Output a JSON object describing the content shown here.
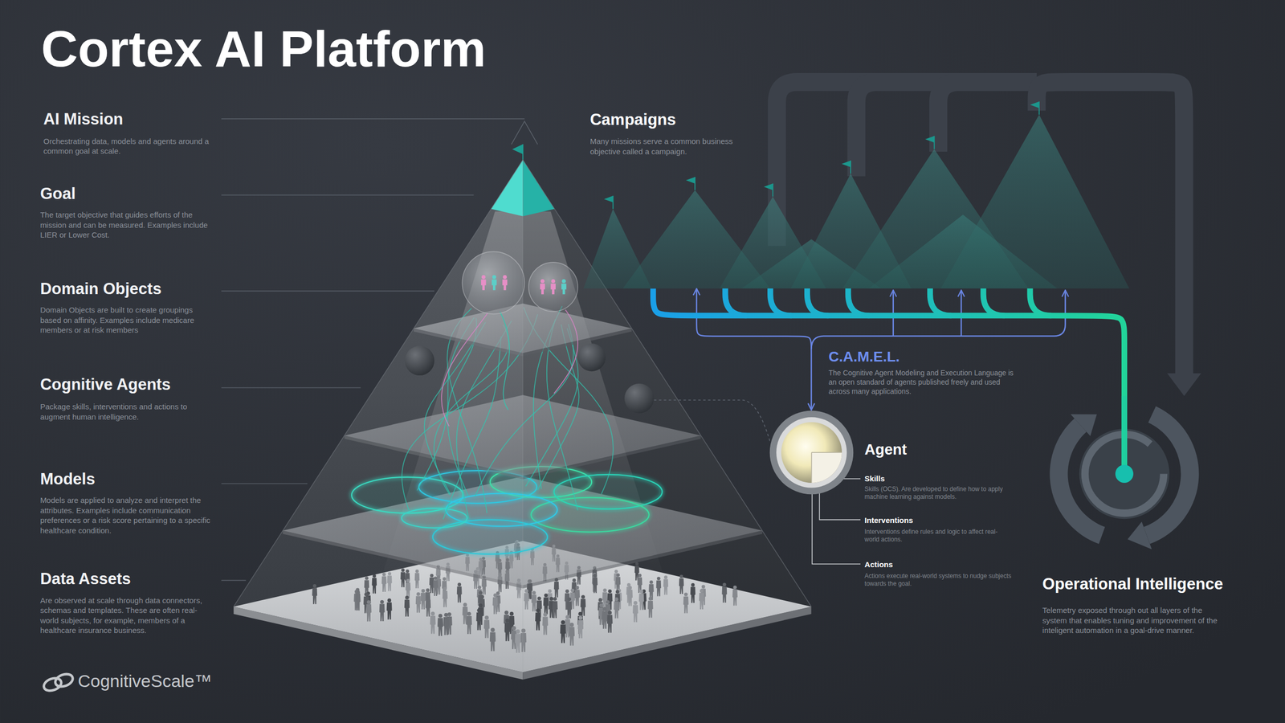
{
  "diagram": {
    "title": "Cortex AI Platform",
    "nodes": [
      {
        "text": [
          "Campaigns",
          "Many missions serve a common business objective called a campaign."
        ]
      },
      {
        "text": [
          "Agent"
        ]
      },
      {
        "text": [
          "Operational Intelligence",
          "Telemetry exposed through out all layers of the system that enables tuning and improvement of the inteligent automation in a goal-drive manner."
        ]
      }
    ],
    "edges": [
      {
        "from": 0,
        "to": 1,
        "arrow": "both"
      },
      {
        "from": 0,
        "to": 2,
        "arrow": "none"
      },
      {
        "from": 0,
        "to": 2,
        "arrow": "to"
      }
    ],
    "labels": [
      "AI Mission",
      "Orchestrating data, models and agents around a common goal at scale.",
      "Goal",
      "The target objective that guides efforts of the mission and can be measured. Examples include LIER or Lower Cost.",
      "Domain Objects",
      "Domain Objects are built to create groupings based on affinity. Examples include medicare members or at risk members",
      "Cognitive Agents",
      "Package skills, interventions and actions to augment human intelligence.",
      "Models",
      "Models are applied to analyze and interpret the attributes. Examples include communication preferences or a risk score pertaining to a specific healthcare condition.",
      "Data Assets",
      "Are observed at scale through data connectors, schemas and templates. These are often real-world subjects, for example, members of a healthcare insurance business.",
      "C.A.M.E.L.",
      "The Cognitive Agent Modeling and Execution Language is an open standard of agents published freely and used across many applications.",
      "Skills",
      "Skills (OCS). Are developed to define how to apply machine learning against models.",
      "Interventions",
      "Interventions define rules and logic to affect real-world actions.",
      "Actions",
      "Actions execute real-world systems to nudge subjects towards the goal.",
      "CognitiveScale™"
    ]
  }
}
